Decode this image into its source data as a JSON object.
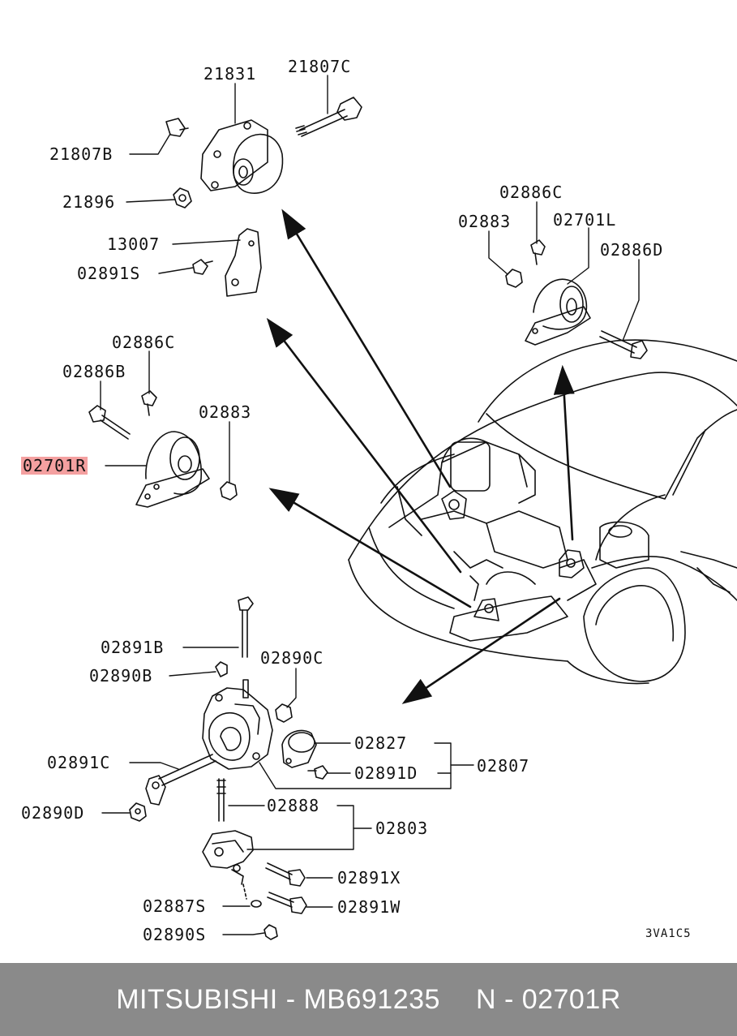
{
  "labels": {
    "l21831": "21831",
    "l21807c": "21807C",
    "l21807b": "21807B",
    "l21896": "21896",
    "l13007": "13007",
    "l02891s": "02891S",
    "l02886c_top": "02886C",
    "l02883_top": "02883",
    "l02701l": "02701L",
    "l02886d": "02886D",
    "l02886c_left": "02886C",
    "l02886b": "02886B",
    "l02883_left": "02883",
    "l02701r": "02701R",
    "l02891b": "02891B",
    "l02890b": "02890B",
    "l02890c": "02890C",
    "l02827": "02827",
    "l02807": "02807",
    "l02891d": "02891D",
    "l02891c": "02891C",
    "l02890d": "02890D",
    "l02888": "02888",
    "l02803": "02803",
    "l02891x": "02891X",
    "l02887s": "02887S",
    "l02891w": "02891W",
    "l02890s": "02890S"
  },
  "diagram_code": "3VA1C5",
  "footer": {
    "brand_part": "MITSUBISHI - MB691235",
    "ref": "N - 02701R"
  },
  "highlight_color": "#f4a0a0"
}
